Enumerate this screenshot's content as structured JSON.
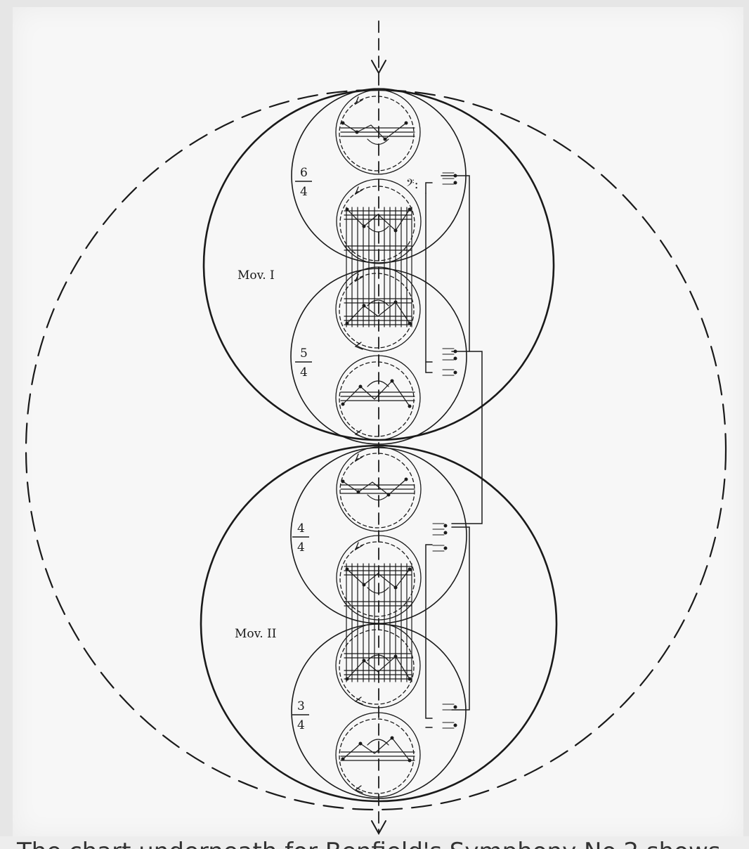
{
  "figure": {
    "movement_labels": [
      "Mov. I",
      "Mov. II"
    ],
    "time_signatures": [
      {
        "numerator": "6",
        "denominator": "4"
      },
      {
        "numerator": "5",
        "denominator": "4"
      },
      {
        "numerator": "4",
        "denominator": "4"
      },
      {
        "numerator": "3",
        "denominator": "4"
      }
    ],
    "clef_marking": "𝄢:"
  },
  "caption": {
    "text": "The chart underneath for Benfield's Symphony No.2 shows"
  },
  "colors": {
    "ink": "#1a1a1a",
    "paper": "#f7f7f7",
    "frame": "#e6e6e6"
  }
}
